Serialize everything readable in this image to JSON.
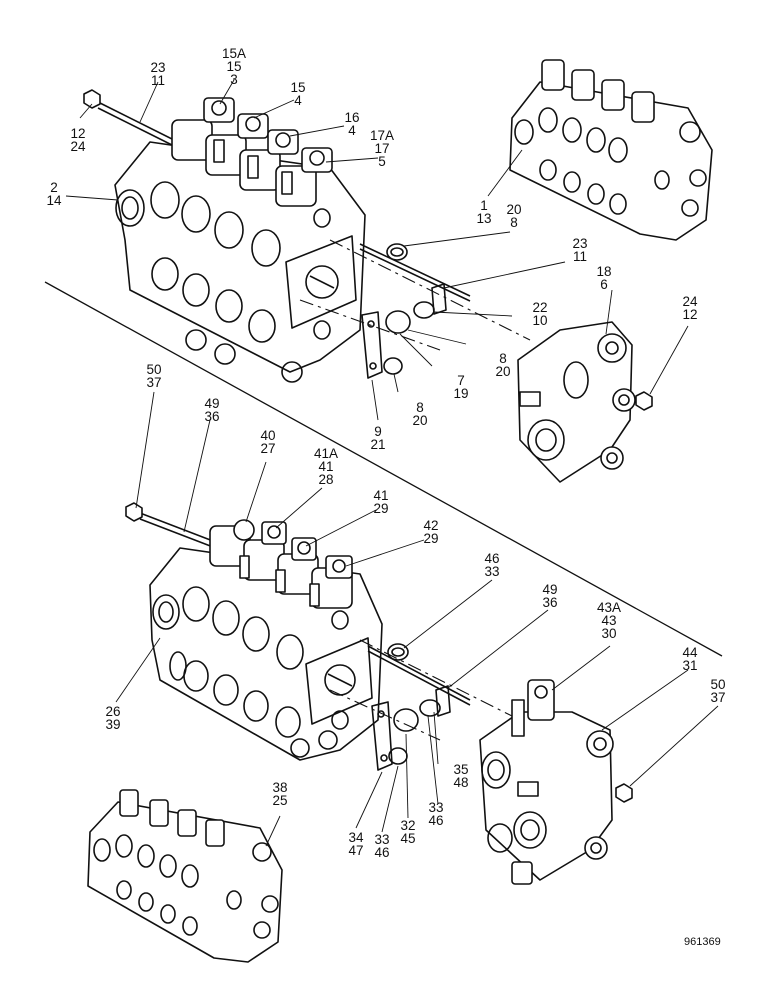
{
  "figure_number": "961369",
  "callouts": [
    {
      "id": "c01",
      "lines": [
        "15A",
        "15",
        "3"
      ]
    },
    {
      "id": "c02",
      "lines": [
        "23",
        "11"
      ]
    },
    {
      "id": "c03",
      "lines": [
        "15",
        "4"
      ]
    },
    {
      "id": "c04",
      "lines": [
        "12",
        "24"
      ]
    },
    {
      "id": "c05",
      "lines": [
        "16",
        "4"
      ]
    },
    {
      "id": "c06",
      "lines": [
        "17A",
        "17",
        "5"
      ]
    },
    {
      "id": "c07",
      "lines": [
        "2",
        "14"
      ]
    },
    {
      "id": "c08",
      "lines": [
        "1",
        "13"
      ]
    },
    {
      "id": "c09",
      "lines": [
        "20",
        "8"
      ]
    },
    {
      "id": "c10",
      "lines": [
        "23",
        "11"
      ]
    },
    {
      "id": "c11",
      "lines": [
        "18",
        "6"
      ]
    },
    {
      "id": "c12",
      "lines": [
        "24",
        "12"
      ]
    },
    {
      "id": "c13",
      "lines": [
        "22",
        "10"
      ]
    },
    {
      "id": "c14",
      "lines": [
        "8",
        "20"
      ]
    },
    {
      "id": "c15",
      "lines": [
        "7",
        "19"
      ]
    },
    {
      "id": "c16",
      "lines": [
        "8",
        "20"
      ]
    },
    {
      "id": "c17",
      "lines": [
        "9",
        "21"
      ]
    },
    {
      "id": "c18",
      "lines": [
        "50",
        "37"
      ]
    },
    {
      "id": "c19",
      "lines": [
        "49",
        "36"
      ]
    },
    {
      "id": "c20",
      "lines": [
        "40",
        "27"
      ]
    },
    {
      "id": "c21",
      "lines": [
        "41A",
        "41",
        "28"
      ]
    },
    {
      "id": "c22",
      "lines": [
        "41",
        "29"
      ]
    },
    {
      "id": "c23",
      "lines": [
        "42",
        "29"
      ]
    },
    {
      "id": "c24",
      "lines": [
        "46",
        "33"
      ]
    },
    {
      "id": "c25",
      "lines": [
        "49",
        "36"
      ]
    },
    {
      "id": "c26",
      "lines": [
        "43A",
        "43",
        "30"
      ]
    },
    {
      "id": "c27",
      "lines": [
        "44",
        "31"
      ]
    },
    {
      "id": "c28",
      "lines": [
        "50",
        "37"
      ]
    },
    {
      "id": "c29",
      "lines": [
        "26",
        "39"
      ]
    },
    {
      "id": "c30",
      "lines": [
        "35",
        "48"
      ]
    },
    {
      "id": "c31",
      "lines": [
        "33",
        "46"
      ]
    },
    {
      "id": "c32",
      "lines": [
        "32",
        "45"
      ]
    },
    {
      "id": "c33",
      "lines": [
        "33",
        "46"
      ]
    },
    {
      "id": "c34",
      "lines": [
        "34",
        "47"
      ]
    },
    {
      "id": "c35",
      "lines": [
        "38",
        "25"
      ]
    }
  ]
}
